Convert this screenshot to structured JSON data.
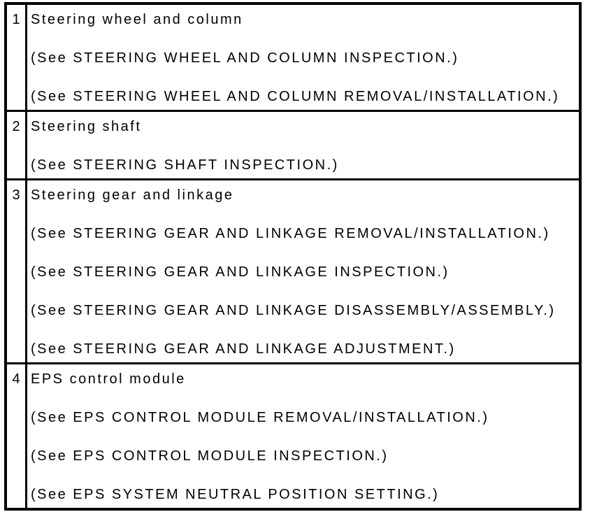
{
  "document": {
    "kind": "service-manual parts reference table",
    "colors": {
      "border": "#000000",
      "text": "#000000",
      "background": "#ffffff"
    },
    "table": {
      "rows": [
        {
          "num": "1",
          "title": "Steering wheel and column",
          "refs": [
            "(See STEERING WHEEL AND COLUMN INSPECTION.)",
            "(See STEERING WHEEL AND COLUMN REMOVAL/INSTALLATION.)"
          ]
        },
        {
          "num": "2",
          "title": "Steering shaft",
          "refs": [
            "(See STEERING SHAFT INSPECTION.)"
          ]
        },
        {
          "num": "3",
          "title": "Steering gear and linkage",
          "refs": [
            "(See STEERING GEAR AND LINKAGE REMOVAL/INSTALLATION.)",
            "(See STEERING GEAR AND LINKAGE INSPECTION.)",
            "(See STEERING GEAR AND LINKAGE DISASSEMBLY/ASSEMBLY.)",
            "(See STEERING GEAR AND LINKAGE ADJUSTMENT.)"
          ]
        },
        {
          "num": "4",
          "title": "EPS control module",
          "refs": [
            "(See EPS CONTROL MODULE REMOVAL/INSTALLATION.)",
            "(See EPS CONTROL MODULE INSPECTION.)",
            "(See EPS SYSTEM NEUTRAL POSITION SETTING.)"
          ]
        }
      ]
    }
  }
}
